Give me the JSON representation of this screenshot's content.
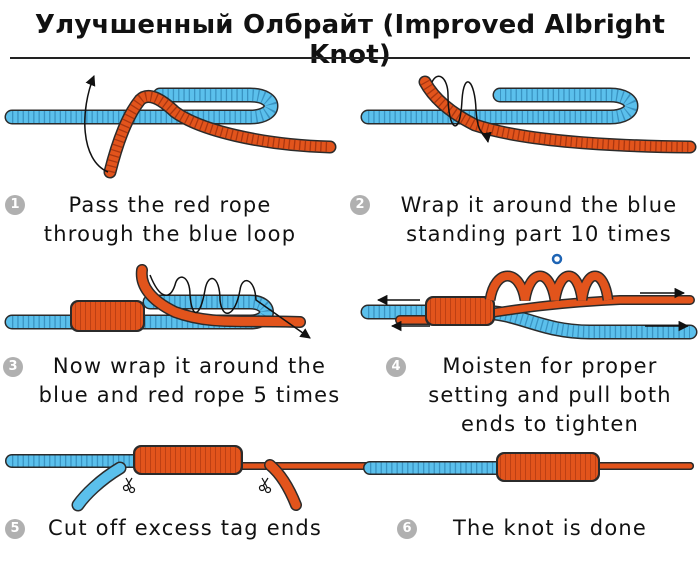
{
  "title": "Улучшенный Олбрайт (Improved Albright Knot)",
  "colors": {
    "blue_rope": "#5bc0ec",
    "red_rope": "#e2541c",
    "outline": "#2b2b2b",
    "badge": "#b0b0b0"
  },
  "steps": [
    {
      "number": "1",
      "lines": [
        "Pass the red rope",
        "through the blue loop"
      ]
    },
    {
      "number": "2",
      "lines": [
        "Wrap it around the blue",
        "standing part 10 times"
      ]
    },
    {
      "number": "3",
      "lines": [
        "Now wrap it around the",
        "blue and red rope 5 times"
      ]
    },
    {
      "number": "4",
      "lines": [
        "Moisten for proper",
        "setting and pull both",
        "ends to tighten"
      ]
    },
    {
      "number": "5",
      "lines": [
        "Cut off excess tag ends"
      ]
    },
    {
      "number": "6",
      "lines": [
        "The knot is done"
      ]
    }
  ]
}
